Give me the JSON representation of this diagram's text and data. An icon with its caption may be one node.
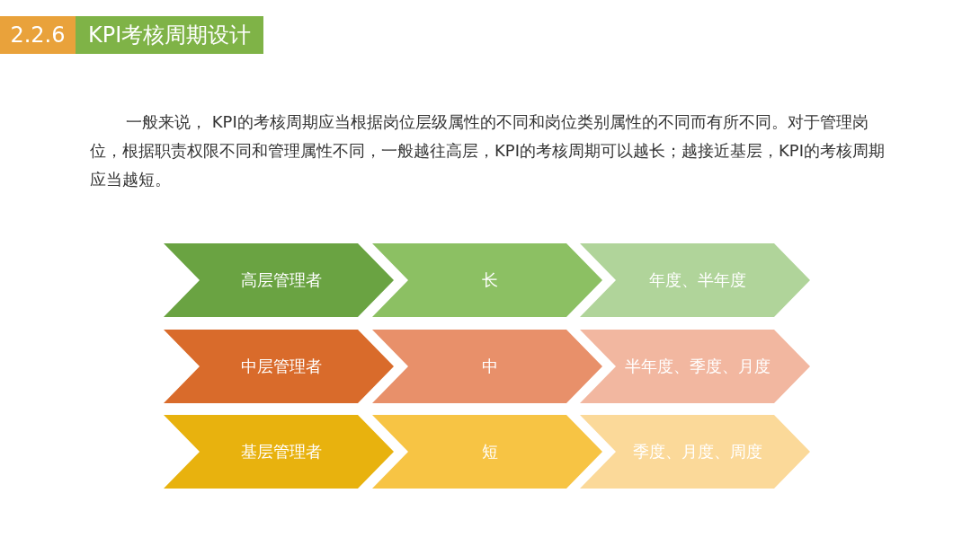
{
  "diagram": {
    "title": "KPI考核周期设计",
    "nodes": [
      {
        "text": [
          "高层管理者"
        ]
      },
      {
        "text": [
          "长"
        ]
      },
      {
        "text": [
          "年度、半年度"
        ]
      },
      {
        "text": [
          "中层管理者"
        ]
      },
      {
        "text": [
          "中"
        ]
      },
      {
        "text": [
          "半年度、季度、月度"
        ]
      },
      {
        "text": [
          "基层管理者"
        ]
      },
      {
        "text": [
          "短"
        ]
      },
      {
        "text": [
          "季度、月度、周度"
        ]
      }
    ],
    "labels": [
      "2.2.6",
      "一般来说， KPI的考核周期应当根据岗位层级属性的不同和岗位类别属性的不同而有所不同。对于管理岗位，根据职责权限不同和管理属性不同，一般越往高层，KPI的考核周期可以越长；越接近基层，KPI的考核周期应当越短。"
    ]
  }
}
